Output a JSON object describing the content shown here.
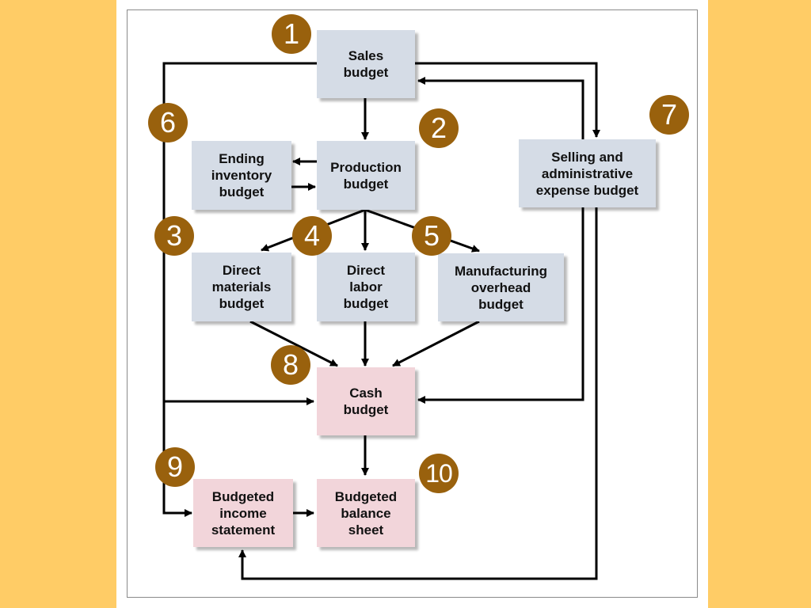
{
  "colors": {
    "side_band": "#ffcc66",
    "box_blue": "#d5dce6",
    "box_pink": "#f2d5da",
    "badge": "#99610d",
    "arrow": "#000000"
  },
  "nodes": {
    "sales": "Sales\nbudget",
    "production": "Production\nbudget",
    "ending_inventory": "Ending\ninventory\nbudget",
    "selling_admin": "Selling and\nadministrative\nexpense budget",
    "direct_materials": "Direct\nmaterials\nbudget",
    "direct_labor": "Direct\nlabor\nbudget",
    "manufacturing_overhead": "Manufacturing\noverhead\nbudget",
    "cash": "Cash\nbudget",
    "income_statement": "Budgeted\nincome\nstatement",
    "balance_sheet": "Budgeted\nbalance\nsheet"
  },
  "steps": {
    "sales": "1",
    "production": "2",
    "direct_materials": "3",
    "direct_labor": "4",
    "manufacturing_overhead": "5",
    "ending_inventory": "6",
    "selling_admin": "7",
    "cash": "8",
    "income_statement": "9",
    "balance_sheet": "10"
  }
}
